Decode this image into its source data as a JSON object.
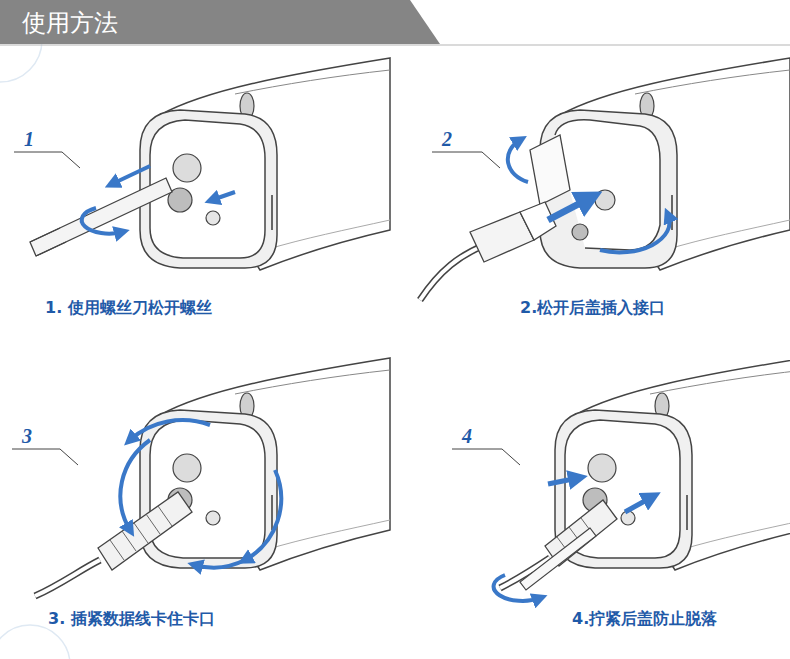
{
  "diagram": {
    "title": "使用方法",
    "labels": [
      "1",
      "2",
      "1. 使用螺丝刀松开螺丝",
      "2.松开后盖插入接口",
      "3",
      "4",
      "3. 插紧数据线卡住卡口",
      "4.拧紧后盖防止脱落"
    ]
  }
}
